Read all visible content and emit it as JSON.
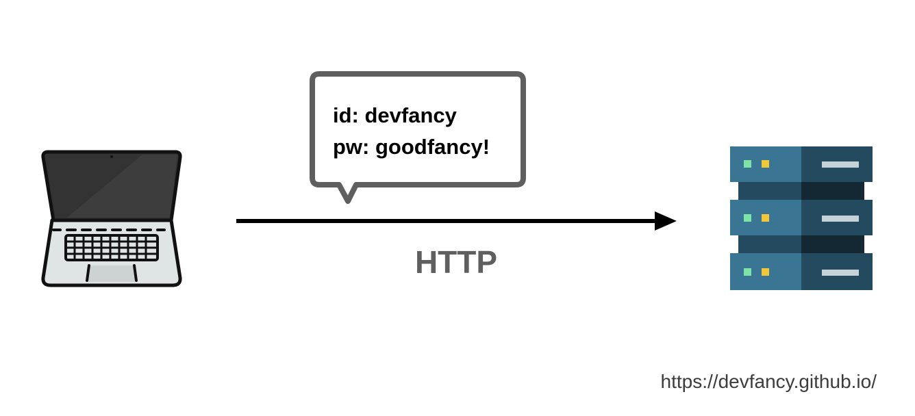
{
  "bubble": {
    "line1": "id: devfancy",
    "line2": "pw: goodfancy!"
  },
  "arrow": {
    "label": "HTTP"
  },
  "icons": {
    "client": "laptop-icon",
    "server": "server-rack-icon"
  },
  "colors": {
    "arrow": "#000000",
    "bubble_border": "#5f5f5f",
    "label": "#5f5f5f",
    "server_blue": "#3a7694",
    "server_dark": "#234a5f",
    "server_led_green": "#7de3a6",
    "server_led_yellow": "#f3c73a"
  },
  "footer": {
    "url": "https://devfancy.github.io/"
  }
}
